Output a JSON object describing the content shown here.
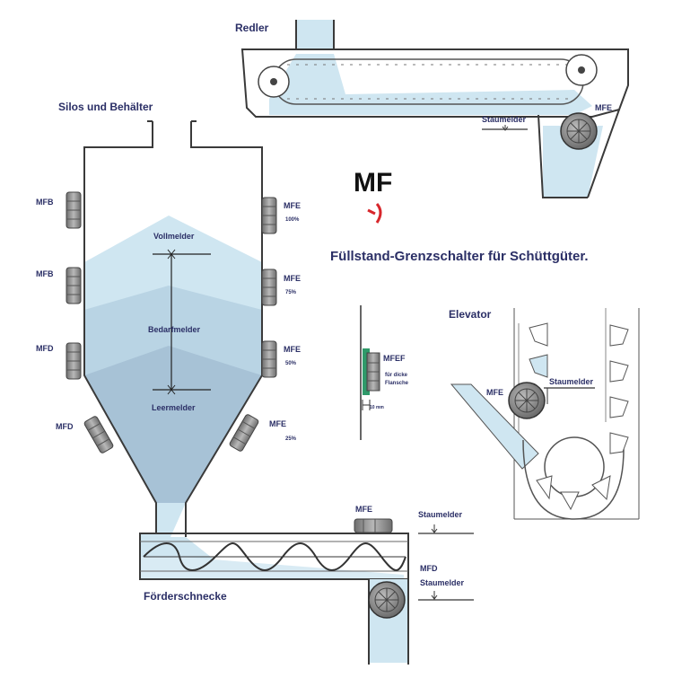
{
  "colors": {
    "material_light": "#cfe6f1",
    "material_mid": "#b9d4e4",
    "material_dark": "#a7c2d6",
    "text": "#2b2f66",
    "logo": "#111111",
    "logo_mark": "#d7262b",
    "sensor": "#8d8d8d"
  },
  "logo": {
    "text": "MF"
  },
  "title": "Füllstand-Grenzschalter für Schüttgüter.",
  "sections": {
    "redler": "Redler",
    "silos": "Silos und Behälter",
    "elevator": "Elevator",
    "schnecke": "Förderschnecke"
  },
  "silo": {
    "left_sensors": [
      "MFB",
      "MFB",
      "MFD",
      "MFD"
    ],
    "right_sensors": [
      "MFE",
      "MFE",
      "MFE",
      "MFE"
    ],
    "right_levels": [
      "100%",
      "75%",
      "50%",
      "25%"
    ],
    "vollmelder": "Vollmelder",
    "bedarfmelder": "Bedarfmelder",
    "leermelder": "Leermelder"
  },
  "redler_detail": {
    "staumelder": "Staumelder",
    "sensor": "MFE"
  },
  "flange_detail": {
    "sensor": "MFEF",
    "note_line1": "für dicke",
    "note_line2": "Flansche",
    "dim": "10 mm"
  },
  "elevator_detail": {
    "staumelder": "Staumelder",
    "sensor": "MFE"
  },
  "schnecke_detail": {
    "sensor_top": "MFE",
    "staumelder_top": "Staumelder",
    "sensor_bottom": "MFD",
    "staumelder_bottom": "Staumelder"
  }
}
